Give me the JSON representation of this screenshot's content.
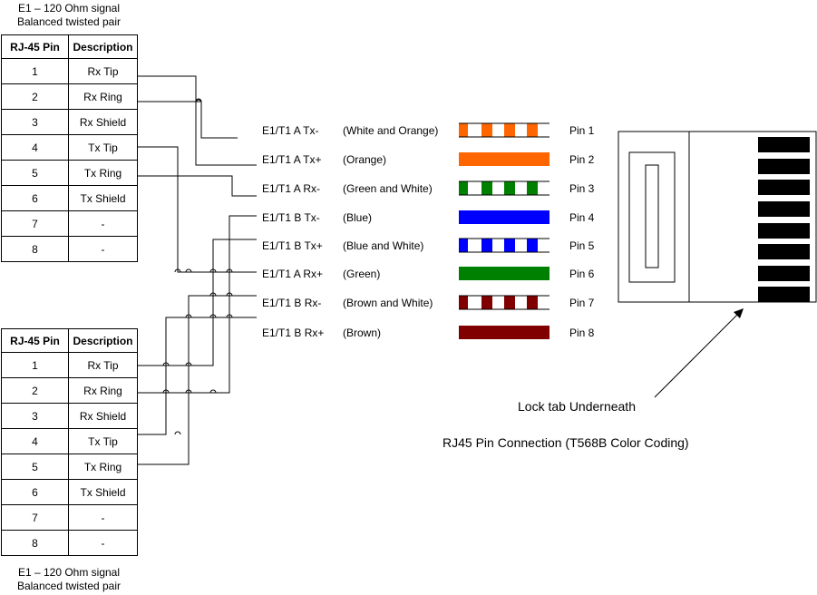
{
  "top_caption": {
    "line1": "E1 – 120 Ohm signal",
    "line2": "Balanced twisted pair"
  },
  "bottom_caption": {
    "line1": "E1 – 120 Ohm signal",
    "line2": "Balanced twisted pair"
  },
  "top_table": {
    "headers": [
      "RJ-45 Pin",
      "Description"
    ],
    "rows": [
      {
        "pin": "1",
        "desc": "Rx Tip"
      },
      {
        "pin": "2",
        "desc": "Rx Ring"
      },
      {
        "pin": "3",
        "desc": "Rx Shield"
      },
      {
        "pin": "4",
        "desc": "Tx Tip"
      },
      {
        "pin": "5",
        "desc": "Tx Ring"
      },
      {
        "pin": "6",
        "desc": "Tx Shield"
      },
      {
        "pin": "7",
        "desc": "-"
      },
      {
        "pin": "8",
        "desc": "-"
      }
    ]
  },
  "bottom_table": {
    "headers": [
      "RJ-45 Pin",
      "Description"
    ],
    "rows": [
      {
        "pin": "1",
        "desc": "Rx Tip"
      },
      {
        "pin": "2",
        "desc": "Rx Ring"
      },
      {
        "pin": "3",
        "desc": "Rx Shield"
      },
      {
        "pin": "4",
        "desc": "Tx Tip"
      },
      {
        "pin": "5",
        "desc": "Tx Ring"
      },
      {
        "pin": "6",
        "desc": "Tx Shield"
      },
      {
        "pin": "7",
        "desc": "-"
      },
      {
        "pin": "8",
        "desc": "-"
      }
    ]
  },
  "signals": [
    {
      "name": "E1/T1 A Tx-",
      "color_name": "(White and Orange)",
      "pin": "Pin 1",
      "color": "#ff6600",
      "striped": true
    },
    {
      "name": "E1/T1 A Tx+",
      "color_name": "(Orange)",
      "pin": "Pin 2",
      "color": "#ff6600",
      "striped": false
    },
    {
      "name": "E1/T1 A Rx-",
      "color_name": "(Green and White)",
      "pin": "Pin 3",
      "color": "#008000",
      "striped": true
    },
    {
      "name": "E1/T1 B Tx-",
      "color_name": "(Blue)",
      "pin": "Pin 4",
      "color": "#0000ff",
      "striped": false
    },
    {
      "name": "E1/T1 B Tx+",
      "color_name": "(Blue and White)",
      "pin": "Pin 5",
      "color": "#0000ff",
      "striped": true
    },
    {
      "name": "E1/T1 A Rx+",
      "color_name": "(Green)",
      "pin": "Pin 6",
      "color": "#008000",
      "striped": false
    },
    {
      "name": "E1/T1 B Rx-",
      "color_name": "(Brown and White)",
      "pin": "Pin 7",
      "color": "#800000",
      "striped": true
    },
    {
      "name": "E1/T1 B Rx+",
      "color_name": "(Brown)",
      "pin": "Pin 8",
      "color": "#800000",
      "striped": false
    }
  ],
  "lock_tab_label": "Lock tab Underneath",
  "connector_title": "RJ45 Pin Connection (T568B Color Coding)"
}
